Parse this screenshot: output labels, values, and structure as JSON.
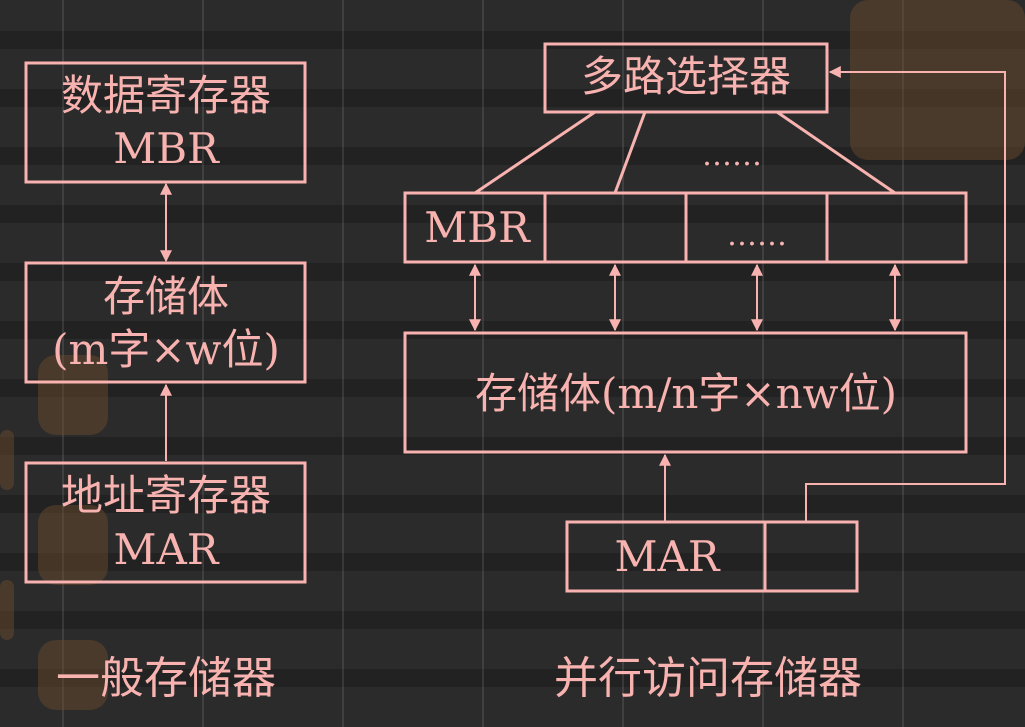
{
  "left_diagram": {
    "mbr_box": {
      "line1": "数据寄存器",
      "line2": "MBR"
    },
    "memory_box": {
      "line1": "存储体",
      "line2": "(m字×w位)"
    },
    "mar_box": {
      "line1": "地址寄存器",
      "line2": "MAR"
    },
    "caption": "一般存储器"
  },
  "right_diagram": {
    "mux_box": {
      "label": "多路选择器"
    },
    "mbr_row": {
      "first_cell": "MBR",
      "middle_dots": "……"
    },
    "mux_dots": "……",
    "memory_box": {
      "label": "存储体(m/n字×nw位)"
    },
    "mar_box": {
      "label": "MAR"
    },
    "caption": "并行访问存储器"
  },
  "colors": {
    "background": "#2b2b2b",
    "foreground": "#f8b3b0"
  }
}
